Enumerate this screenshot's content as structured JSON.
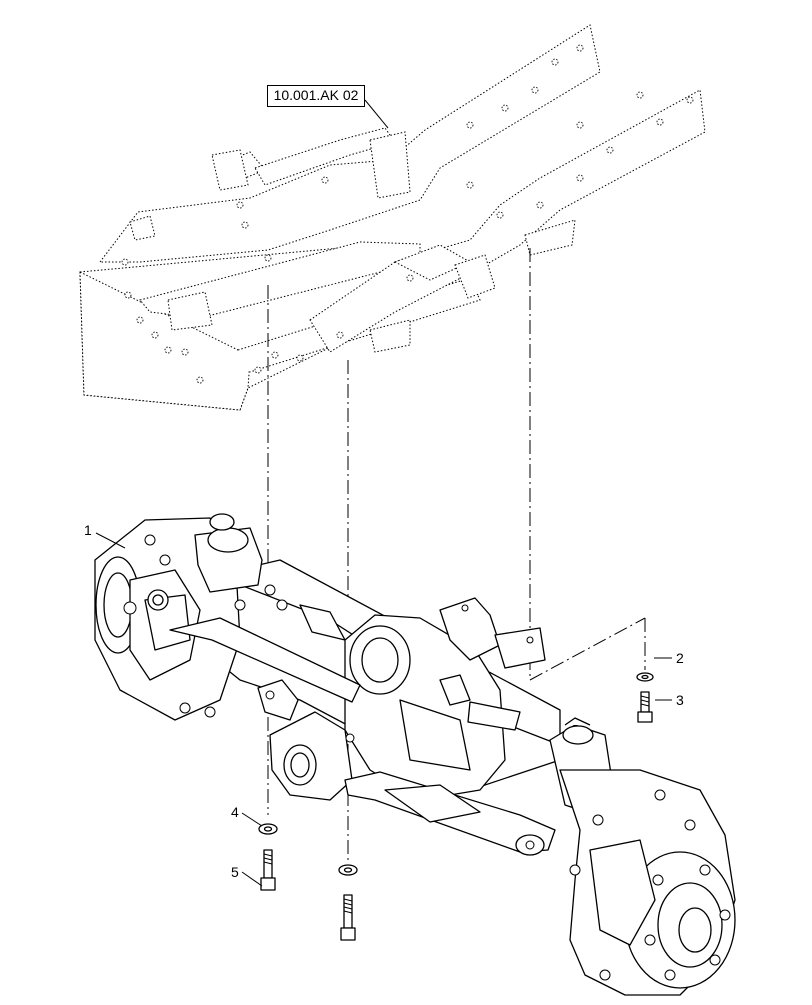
{
  "reference": {
    "label": "10.001.AK 02"
  },
  "callouts": [
    {
      "id": "1",
      "label": "1"
    },
    {
      "id": "2",
      "label": "2"
    },
    {
      "id": "3",
      "label": "3"
    },
    {
      "id": "4",
      "label": "4"
    },
    {
      "id": "5",
      "label": "5"
    }
  ],
  "parts": {
    "frame": "chassis-frame",
    "axle": "front-axle-assembly",
    "washer": "washer",
    "bolt": "bolt"
  }
}
